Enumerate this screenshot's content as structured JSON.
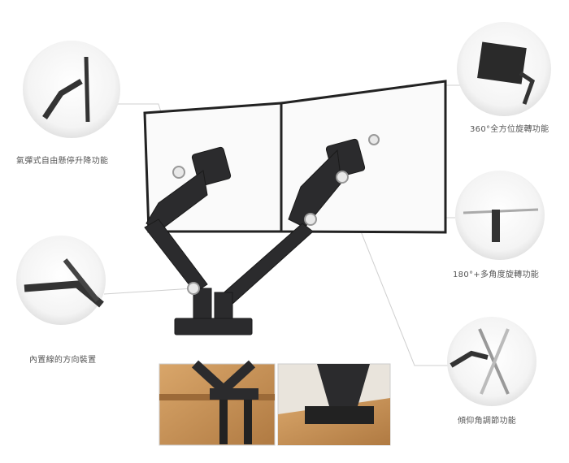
{
  "features": [
    {
      "label": "氣彈式自由懸停升降功能"
    },
    {
      "label": "360°全方位旋轉功能"
    },
    {
      "label": "180°+多角度旋轉功能"
    },
    {
      "label": "內置線的方向裝置"
    },
    {
      "label": "傾仰角調節功能"
    }
  ],
  "colors": {
    "arm": "#2b2b2d",
    "text": "#555555",
    "wood": "#c8955a"
  }
}
